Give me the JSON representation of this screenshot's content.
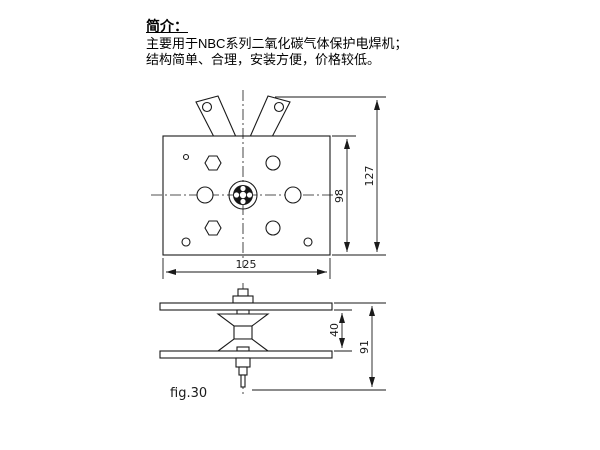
{
  "intro": {
    "heading": "简介：",
    "line1": "主要用于NBC系列二氧化碳气体保护电焊机；",
    "line2": "结构简单、合理，安装方便，价格较低。"
  },
  "drawing": {
    "figure_label": "fig.30",
    "dimensions": {
      "width": "125",
      "plate_height": "98",
      "total_height": "127",
      "roller_height": "40",
      "side_height": "91"
    },
    "colors": {
      "line": "#1a1a1a",
      "background": "#ffffff"
    }
  }
}
